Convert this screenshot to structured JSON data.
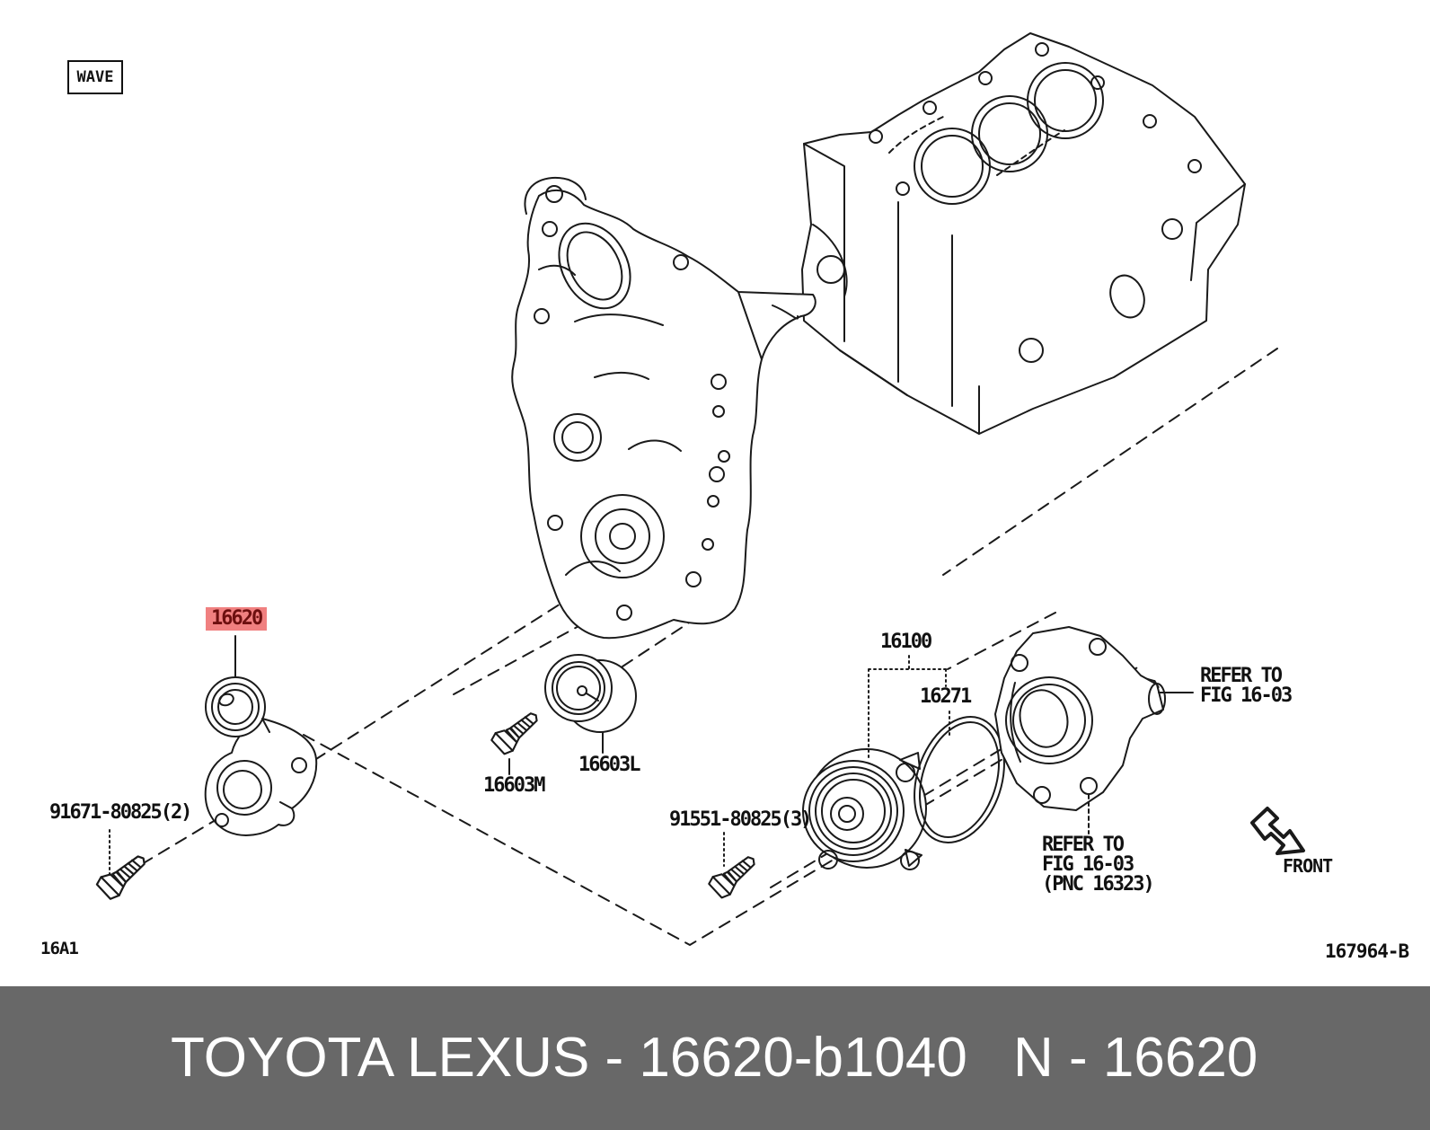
{
  "diagram": {
    "corner_tag": "WAVE",
    "figure_code_left": "16A1",
    "figure_code_right": "167964-B",
    "highlight_color": "#f08080",
    "highlight_text_color": "#6d0f0f",
    "part_labels": [
      {
        "id": "16620",
        "text": "16620",
        "highlighted": true
      },
      {
        "id": "91671-80825",
        "text": "91671-80825(2)",
        "highlighted": false
      },
      {
        "id": "16603M",
        "text": "16603M",
        "highlighted": false
      },
      {
        "id": "16603L",
        "text": "16603L",
        "highlighted": false
      },
      {
        "id": "91551-80825",
        "text": "91551-80825(3)",
        "highlighted": false
      },
      {
        "id": "16100",
        "text": "16100",
        "highlighted": false
      },
      {
        "id": "16271",
        "text": "16271",
        "highlighted": false
      }
    ],
    "references": [
      {
        "id": "ref-top",
        "lines": [
          "REFER TO",
          "FIG 16-03"
        ]
      },
      {
        "id": "ref-bottom",
        "lines": [
          "REFER TO",
          "FIG 16-03",
          "(PNC 16323)"
        ]
      }
    ],
    "front_label": "FRONT"
  },
  "banner": {
    "left_text": "TOYOTA LEXUS - 16620-b1040",
    "right_text": "N - 16620",
    "background": "#686868",
    "text_color": "#ffffff"
  }
}
